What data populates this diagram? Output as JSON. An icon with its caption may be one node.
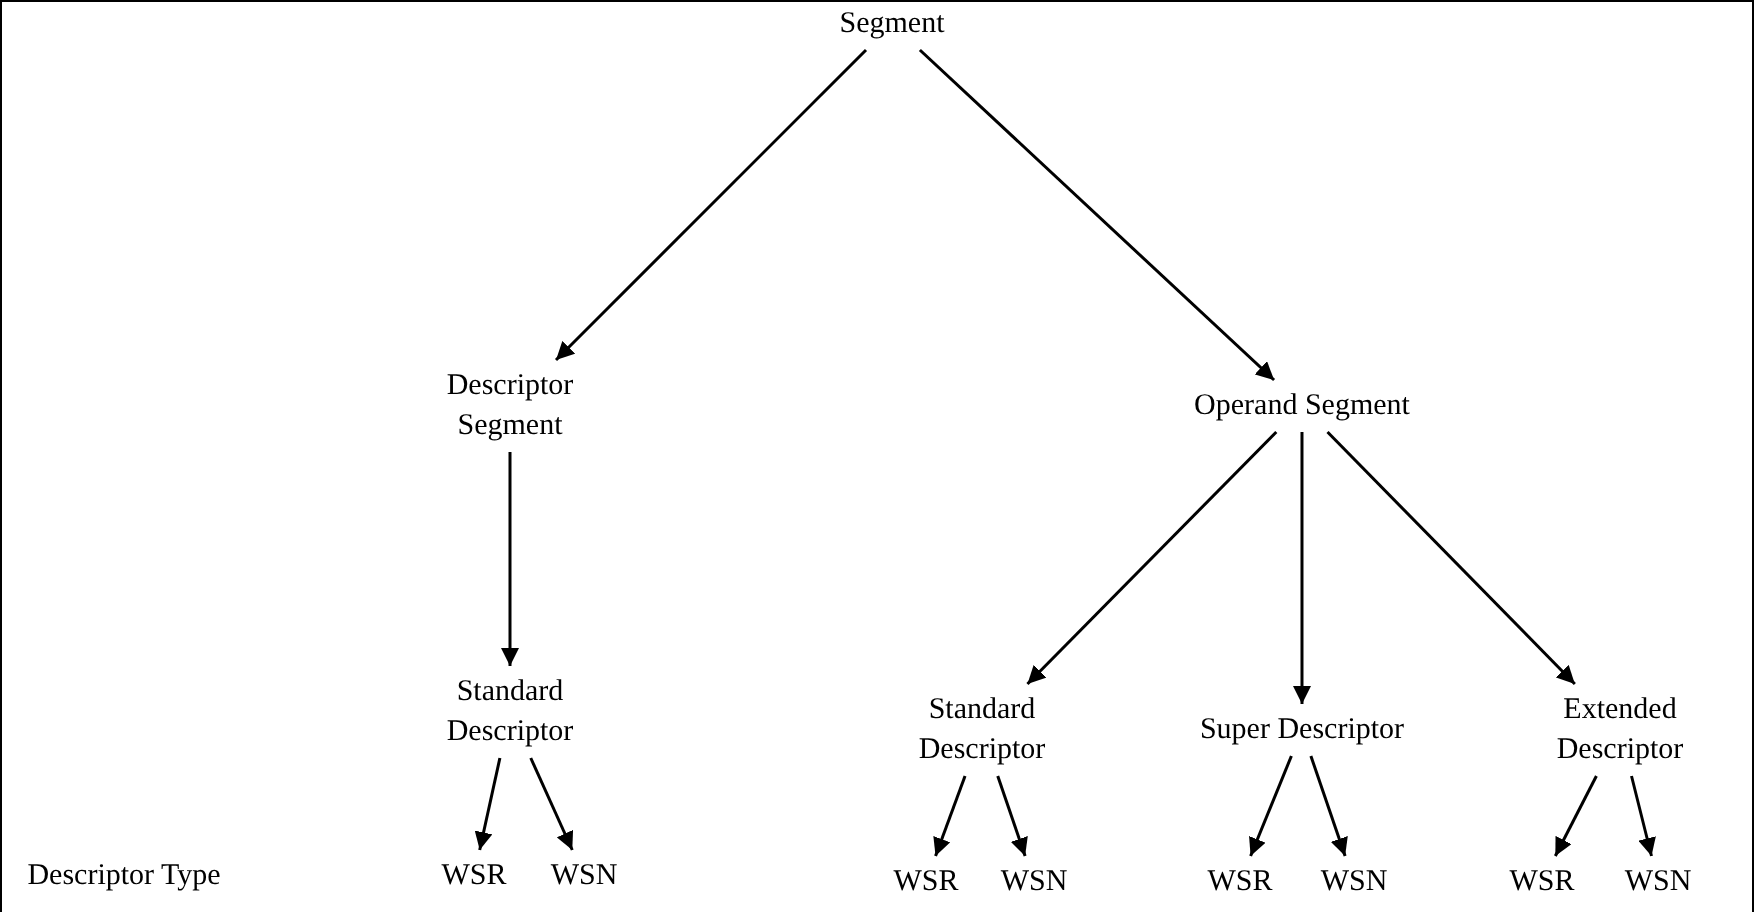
{
  "diagram": {
    "nodes": [
      {
        "text": [
          "Segment"
        ]
      },
      {
        "text": [
          "Descriptor Segment"
        ]
      },
      {
        "text": [
          "Operand Segment"
        ]
      },
      {
        "text": [
          "Standard Descriptor"
        ]
      },
      {
        "text": [
          "Standard Descriptor"
        ]
      },
      {
        "text": [
          "Super Descriptor"
        ]
      },
      {
        "text": [
          "Extended Descriptor"
        ]
      },
      {
        "text": [
          "WSR"
        ]
      },
      {
        "text": [
          "WSN"
        ]
      },
      {
        "text": [
          "WSR"
        ]
      },
      {
        "text": [
          "WSN"
        ]
      },
      {
        "text": [
          "WSR"
        ]
      },
      {
        "text": [
          "WSN"
        ]
      },
      {
        "text": [
          "WSR"
        ]
      },
      {
        "text": [
          "WSN"
        ]
      }
    ],
    "edges": [
      {
        "from": 0,
        "to": 1,
        "arrow": "to"
      },
      {
        "from": 0,
        "to": 2,
        "arrow": "to"
      },
      {
        "from": 1,
        "to": 3,
        "arrow": "to"
      },
      {
        "from": 2,
        "to": 4,
        "arrow": "to"
      },
      {
        "from": 2,
        "to": 5,
        "arrow": "to"
      },
      {
        "from": 2,
        "to": 6,
        "arrow": "to"
      },
      {
        "from": 3,
        "to": 7,
        "arrow": "to"
      },
      {
        "from": 3,
        "to": 8,
        "arrow": "to"
      },
      {
        "from": 4,
        "to": 9,
        "arrow": "to"
      },
      {
        "from": 4,
        "to": 10,
        "arrow": "to"
      },
      {
        "from": 5,
        "to": 11,
        "arrow": "to"
      },
      {
        "from": 5,
        "to": 12,
        "arrow": "to"
      },
      {
        "from": 6,
        "to": 13,
        "arrow": "to"
      },
      {
        "from": 6,
        "to": 14,
        "arrow": "to"
      }
    ],
    "labels": [
      "Descriptor Type"
    ]
  }
}
